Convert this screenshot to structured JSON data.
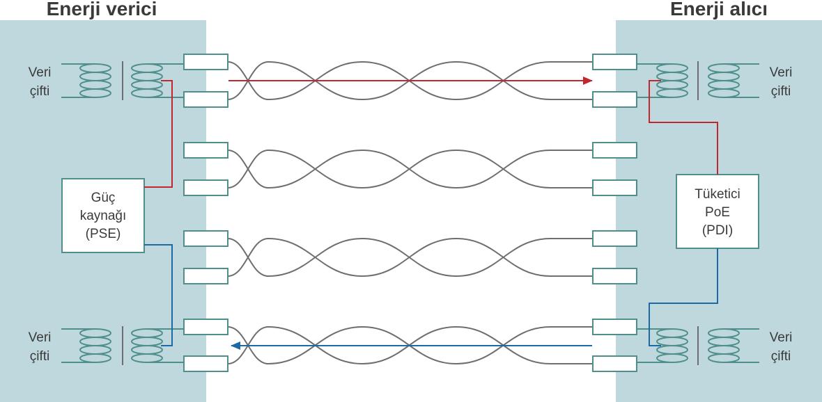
{
  "left_title": "Enerji verici",
  "right_title": "Enerji alıcı",
  "data_pair_label_line1": "Veri",
  "data_pair_label_line2": "çifti",
  "pse": {
    "line1": "Güç",
    "line2": "kaynağı",
    "line3": "(PSE)"
  },
  "pdi": {
    "line1": "Tüketici",
    "line2": "PoE",
    "line3": "(PDI)"
  },
  "colors": {
    "panel": "#bfd8dd",
    "port_border": "#4f8f8b",
    "wire": "#6d6e70",
    "positive_path": "#c1272d",
    "negative_path": "#1b6aa5"
  },
  "twisted_pair_count": 4,
  "power_flow": [
    {
      "from": "Güç kaynağı (PSE)",
      "to": "Tüketici PoE (PDI)",
      "color": "red",
      "pair": 1
    },
    {
      "from": "Tüketici PoE (PDI)",
      "to": "Güç kaynağı (PSE)",
      "color": "blue",
      "pair": 4
    }
  ]
}
